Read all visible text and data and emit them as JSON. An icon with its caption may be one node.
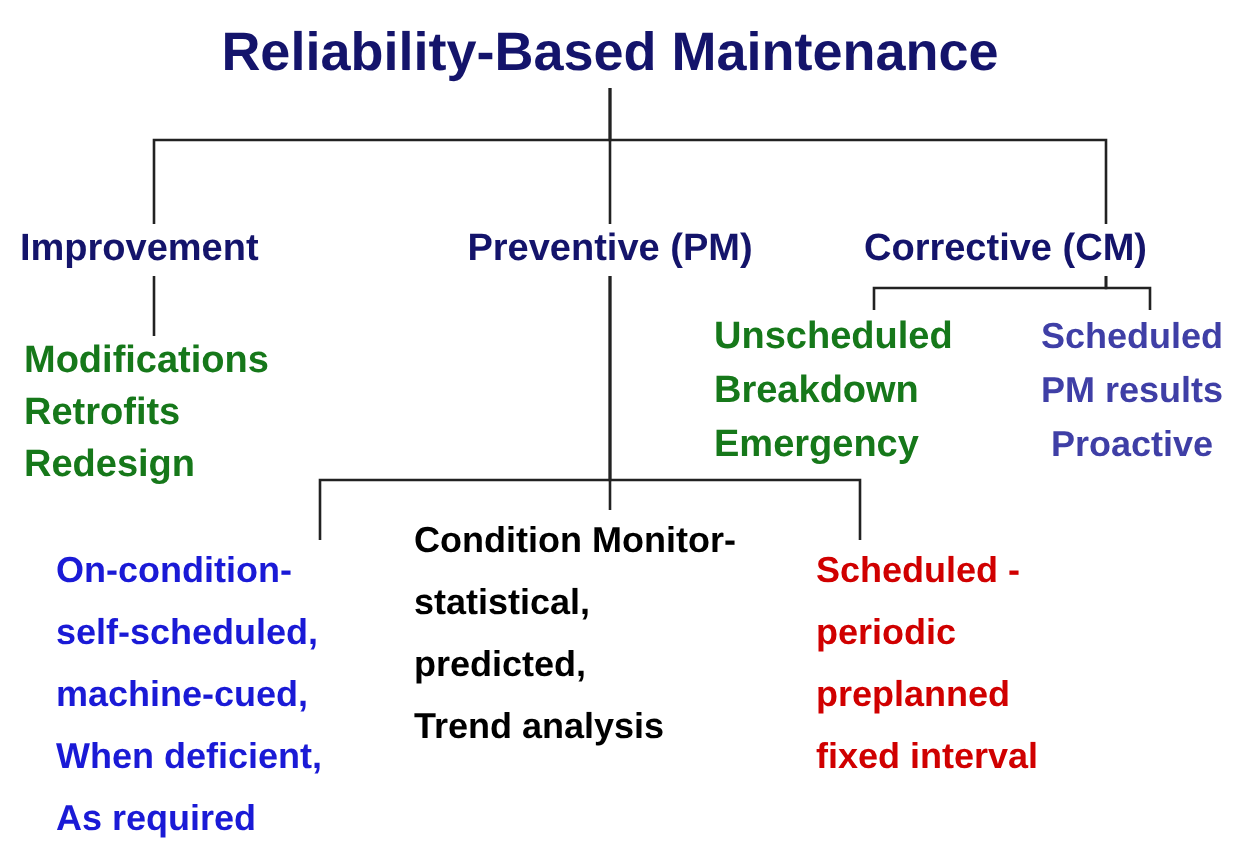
{
  "diagram": {
    "nodes": [
      {
        "text": [
          "Reliability-Based Maintenance"
        ]
      },
      {
        "text": [
          "Improvement"
        ]
      },
      {
        "text": [
          "Preventive (PM)"
        ]
      },
      {
        "text": [
          "Corrective (CM)"
        ]
      },
      {
        "text": [
          "Modifications",
          "Retrofits",
          "Redesign"
        ]
      },
      {
        "text": [
          "Unscheduled",
          "Breakdown",
          "Emergency"
        ]
      },
      {
        "text": [
          "Scheduled",
          "PM results",
          "Proactive"
        ]
      },
      {
        "text": [
          "On-condition-",
          "self-scheduled,",
          "machine-cued,",
          "When deficient,",
          "As required"
        ]
      },
      {
        "text": [
          "Condition Monitor-",
          "statistical,",
          "predicted,",
          "Trend analysis"
        ]
      },
      {
        "text": [
          "Scheduled -",
          "periodic",
          "preplanned",
          "fixed interval"
        ]
      }
    ],
    "edges": [
      {
        "from": 0,
        "to": 1,
        "arrow": "none"
      },
      {
        "from": 0,
        "to": 2,
        "arrow": "none"
      },
      {
        "from": 0,
        "to": 3,
        "arrow": "none"
      },
      {
        "from": 1,
        "to": 4,
        "arrow": "none"
      },
      {
        "from": 3,
        "to": 5,
        "arrow": "none"
      },
      {
        "from": 3,
        "to": 6,
        "arrow": "none"
      },
      {
        "from": 2,
        "to": 7,
        "arrow": "none"
      },
      {
        "from": 2,
        "to": 8,
        "arrow": "none"
      },
      {
        "from": 2,
        "to": 9,
        "arrow": "none"
      }
    ]
  }
}
